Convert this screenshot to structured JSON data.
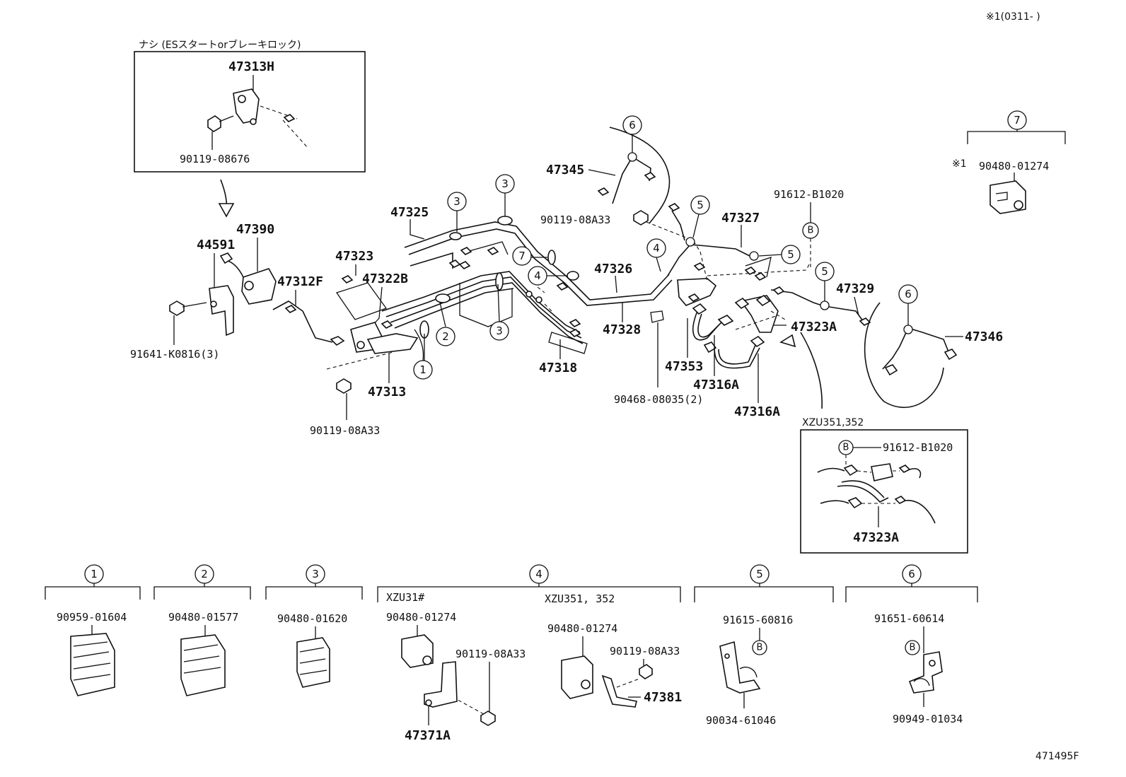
{
  "header": {
    "note": "※1(0311-      )"
  },
  "footer": {
    "drawing_code": "471495F"
  },
  "inset_top": {
    "caption": "ナシ (ESスタートorブレーキロック)",
    "part_top": "47313H",
    "part_bottom": "90119-08676"
  },
  "inset_xzu": {
    "caption": "XZU351,352",
    "marker": "B",
    "part_top": "91612-B1020",
    "part_bottom": "47323A"
  },
  "main_labels": {
    "p47390": "47390",
    "p44591": "44591",
    "p47312F": "47312F",
    "p91641": "91641-K0816(3)",
    "p47323": "47323",
    "p47322B": "47322B",
    "p47325": "47325",
    "p47313": "47313",
    "p90119_left": "90119-08A33",
    "p47318": "47318",
    "p47345": "47345",
    "p90119_mid": "90119-08A33",
    "p47326": "47326",
    "p47328": "47328",
    "p47327": "47327",
    "p91612": "91612-B1020",
    "p47329": "47329",
    "p47323A": "47323A",
    "p47346": "47346",
    "p47353": "47353",
    "p47316A_1": "47316A",
    "p47316A_2": "47316A",
    "p90468": "90468-08035(2)"
  },
  "callouts": {
    "c1": "1",
    "c2": "2",
    "c3": "3",
    "c4": "4",
    "c5": "5",
    "c6": "6",
    "c7": "7",
    "cB": "B"
  },
  "legend": {
    "g7": {
      "num": "7",
      "note": "※1",
      "part": "90480-01274"
    },
    "g1": {
      "num": "1",
      "part": "90959-01604"
    },
    "g2": {
      "num": "2",
      "part": "90480-01577"
    },
    "g3": {
      "num": "3",
      "part": "90480-01620"
    },
    "g4": {
      "num": "4",
      "variant_a": "XZU31#",
      "variant_b": "XZU351, 352",
      "a_clip": "90480-01274",
      "a_bolt": "90119-08A33",
      "a_bracket": "47371A",
      "b_clip": "90480-01274",
      "b_bolt": "90119-08A33",
      "b_bracket": "47381"
    },
    "g5": {
      "num": "5",
      "top": "91615-60816",
      "marker": "B",
      "bottom": "90034-61046"
    },
    "g6": {
      "num": "6",
      "top": "91651-60614",
      "marker": "B",
      "bottom": "90949-01034"
    }
  }
}
